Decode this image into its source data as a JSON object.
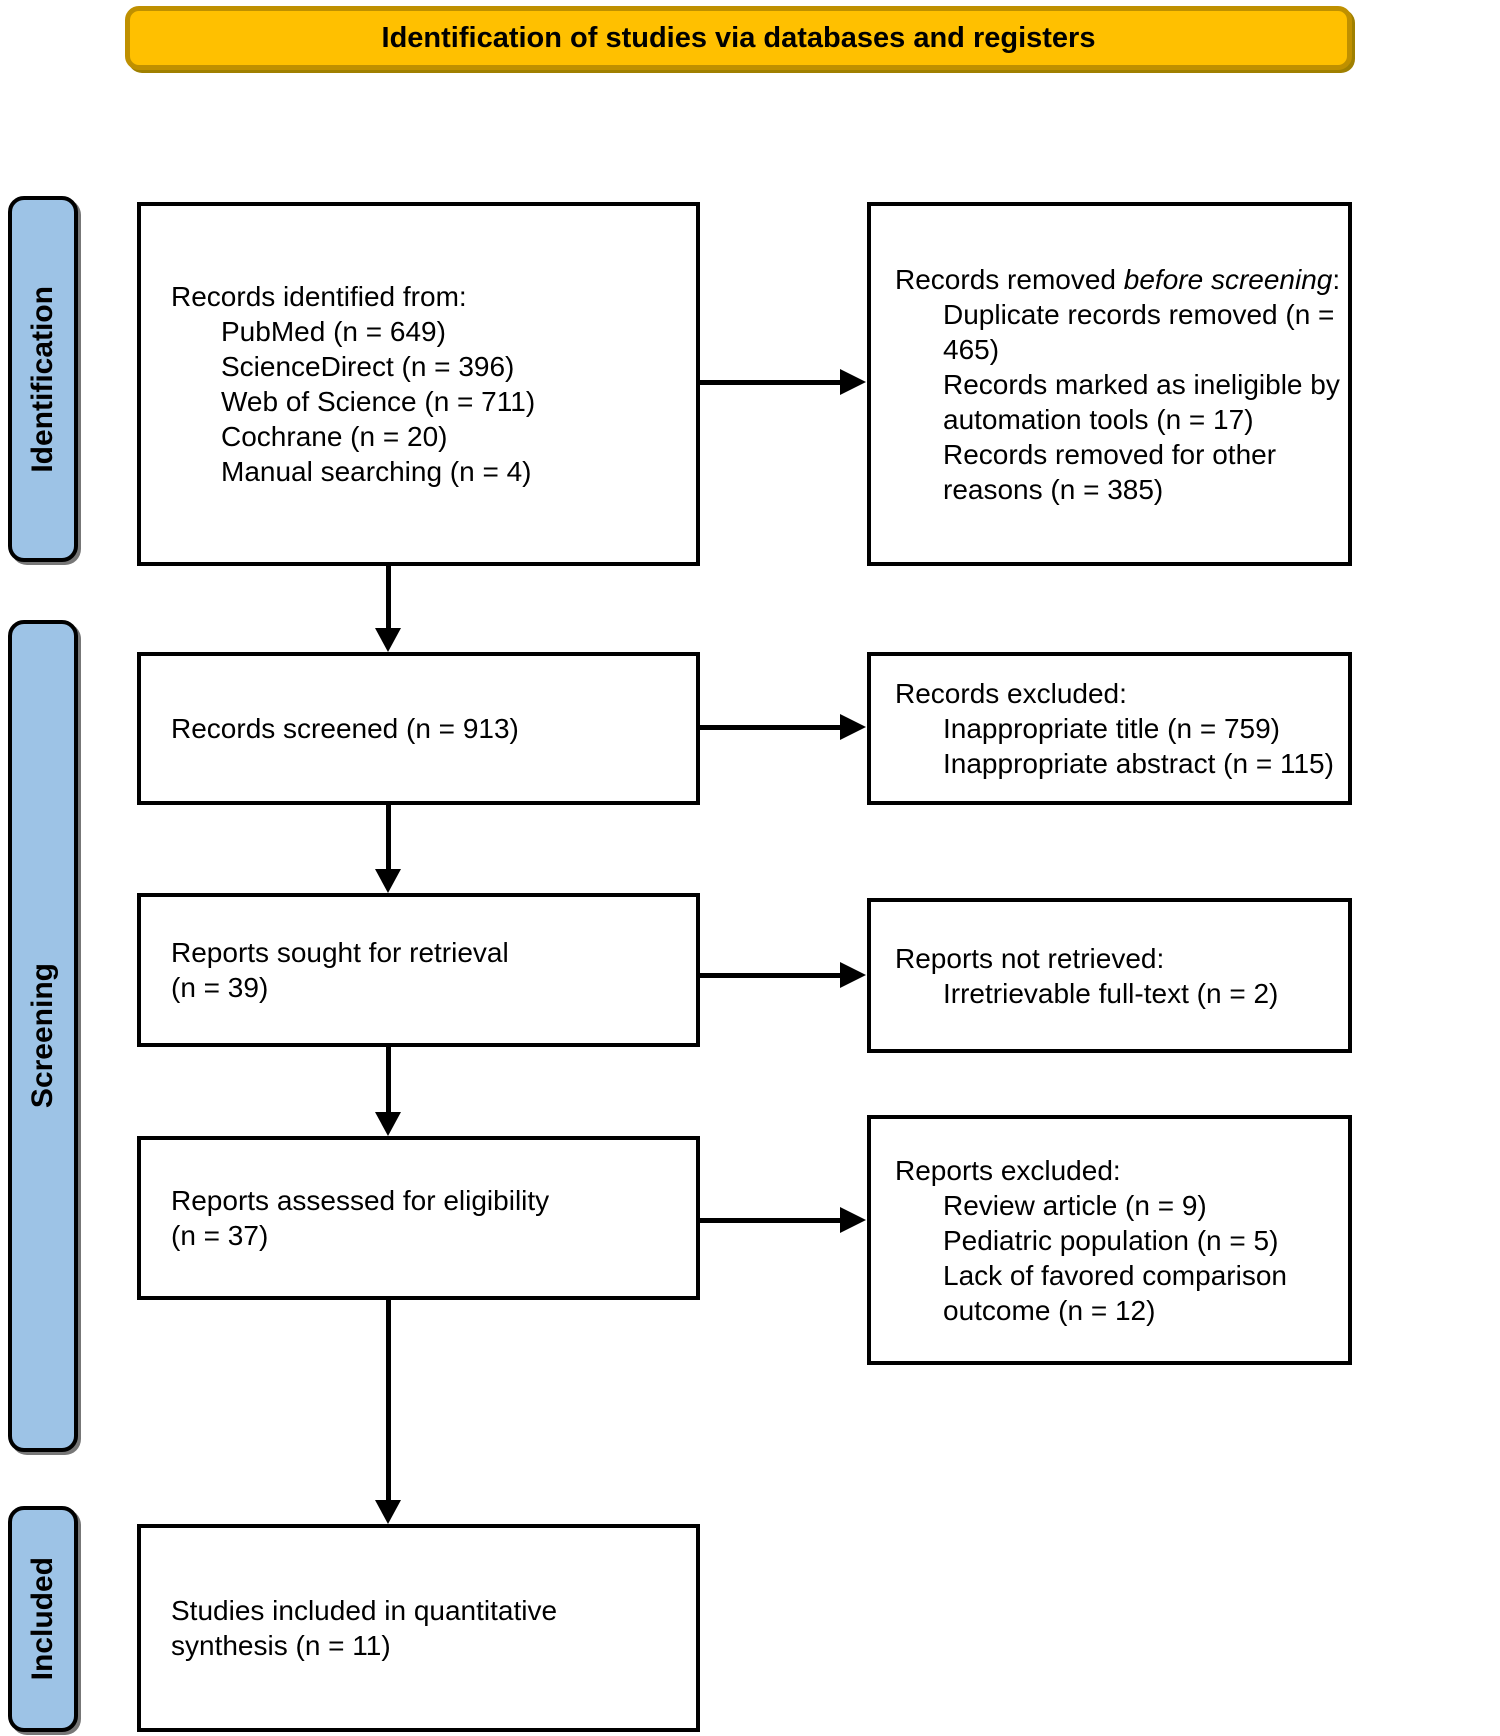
{
  "banner": {
    "title": "Identification of studies via databases and registers",
    "fill_color": "#FFC000",
    "border_color": "#BF9000"
  },
  "sidebar": {
    "fill_color": "#9DC3E6",
    "border_color": "#000000",
    "labels": {
      "identification": "Identification",
      "screening": "Screening",
      "included": "Included"
    }
  },
  "boxes": {
    "records_identified": {
      "head": "Records identified from:",
      "items": [
        "PubMed (n = 649)",
        "ScienceDirect (n = 396)",
        "Web of Science (n = 711)",
        "Cochrane (n = 20)",
        "Manual searching (n = 4)"
      ]
    },
    "records_removed": {
      "head_prefix": "Records removed ",
      "head_italic": "before screening",
      "head_suffix": ":",
      "items": [
        "Duplicate records removed (n = 465)",
        "Records marked as ineligible by automation tools (n = 17)",
        "Records removed for other reasons (n = 385)"
      ]
    },
    "records_screened": {
      "line1": "Records screened (n = 913)"
    },
    "records_excluded": {
      "head": "Records excluded:",
      "items": [
        "Inappropriate title (n = 759)",
        "Inappropriate abstract (n = 115)"
      ]
    },
    "reports_sought": {
      "line1": "Reports sought for retrieval",
      "line2": "(n = 39)"
    },
    "reports_not_retrieved": {
      "head": "Reports not retrieved:",
      "items": [
        "Irretrievable full-text (n = 2)"
      ]
    },
    "reports_assessed": {
      "line1": "Reports assessed for eligibility",
      "line2": "(n = 37)"
    },
    "reports_excluded": {
      "head": "Reports excluded:",
      "items": [
        "Review article (n = 9)",
        "Pediatric population (n = 5)",
        "Lack of favored comparison outcome (n = 12)"
      ]
    },
    "studies_included": {
      "line1": "Studies included in quantitative",
      "line2": "synthesis (n = 11)"
    }
  },
  "arrow_color": "#000000"
}
